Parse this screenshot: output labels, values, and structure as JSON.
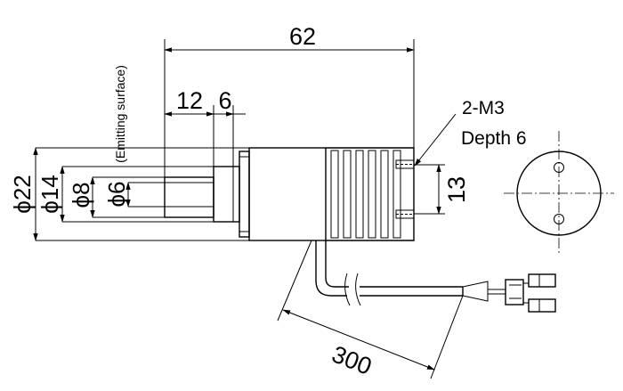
{
  "dimensions": {
    "overall_length": "62",
    "front_length": "12",
    "front_step": "6",
    "hole_spacing": "13",
    "cable_length": "300",
    "outer_diameter": "ϕ22",
    "body_diameter": "ϕ14",
    "barrel_diameter": "ϕ8",
    "aperture_diameter": "ϕ6"
  },
  "annotations": {
    "emitting_surface": "(Emitting surface)",
    "thread_spec": "2-M3",
    "thread_depth": "Depth 6"
  }
}
